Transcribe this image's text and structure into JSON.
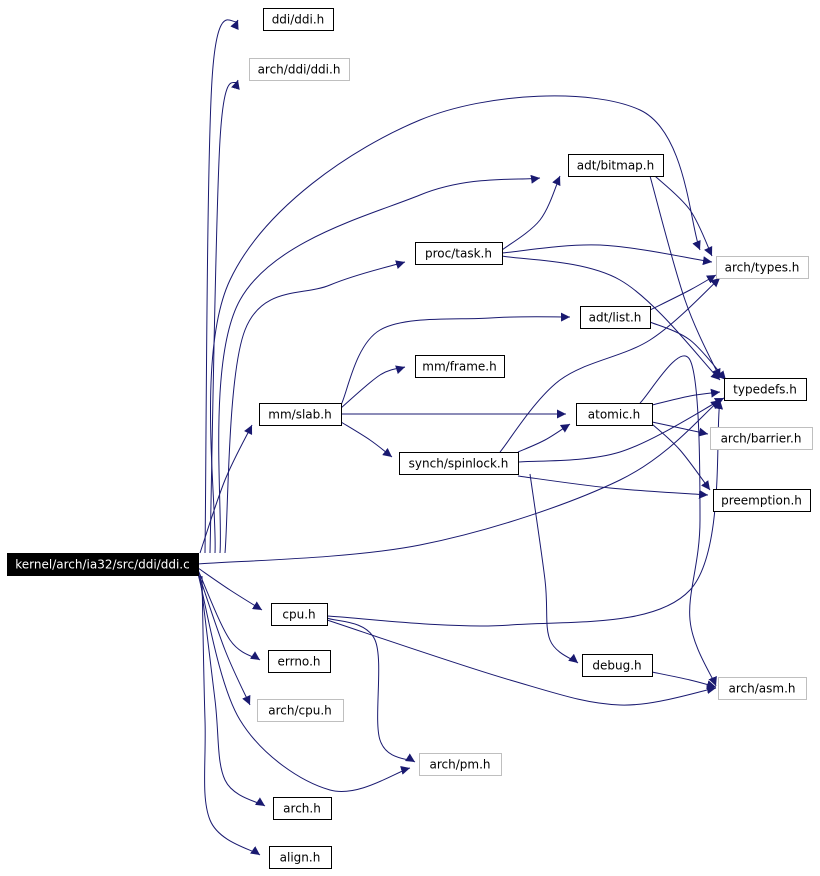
{
  "colors": {
    "edge": "#191970",
    "node_border": "#000000",
    "node_border_external": "#bfbfbf",
    "root_fill": "#000000",
    "root_text": "#ffffff",
    "node_fill": "#ffffff",
    "node_text": "#000000"
  },
  "graph": {
    "nodes": [
      {
        "id": "root",
        "label": "kernel/arch/ia32/src/ddi/ddi.c",
        "kind": "root"
      },
      {
        "id": "ddi_ddi_h",
        "label": "ddi/ddi.h",
        "kind": "doc"
      },
      {
        "id": "arch_ddi_ddi_h",
        "label": "arch/ddi/ddi.h",
        "kind": "external"
      },
      {
        "id": "adt_bitmap_h",
        "label": "adt/bitmap.h",
        "kind": "doc"
      },
      {
        "id": "proc_task_h",
        "label": "proc/task.h",
        "kind": "doc"
      },
      {
        "id": "arch_types_h",
        "label": "arch/types.h",
        "kind": "external"
      },
      {
        "id": "adt_list_h",
        "label": "adt/list.h",
        "kind": "doc"
      },
      {
        "id": "mm_frame_h",
        "label": "mm/frame.h",
        "kind": "doc"
      },
      {
        "id": "typedefs_h",
        "label": "typedefs.h",
        "kind": "doc"
      },
      {
        "id": "mm_slab_h",
        "label": "mm/slab.h",
        "kind": "doc"
      },
      {
        "id": "atomic_h",
        "label": "atomic.h",
        "kind": "doc"
      },
      {
        "id": "arch_barrier_h",
        "label": "arch/barrier.h",
        "kind": "external"
      },
      {
        "id": "synch_spinlock_h",
        "label": "synch/spinlock.h",
        "kind": "doc"
      },
      {
        "id": "preemption_h",
        "label": "preemption.h",
        "kind": "doc"
      },
      {
        "id": "cpu_h",
        "label": "cpu.h",
        "kind": "doc"
      },
      {
        "id": "debug_h",
        "label": "debug.h",
        "kind": "doc"
      },
      {
        "id": "errno_h",
        "label": "errno.h",
        "kind": "doc"
      },
      {
        "id": "arch_asm_h",
        "label": "arch/asm.h",
        "kind": "external"
      },
      {
        "id": "arch_cpu_h",
        "label": "arch/cpu.h",
        "kind": "external"
      },
      {
        "id": "arch_pm_h",
        "label": "arch/pm.h",
        "kind": "external"
      },
      {
        "id": "arch_h",
        "label": "arch.h",
        "kind": "doc"
      },
      {
        "id": "align_h",
        "label": "align.h",
        "kind": "doc"
      }
    ],
    "edges": [
      {
        "from": "root",
        "to": "ddi_ddi_h"
      },
      {
        "from": "root",
        "to": "arch_ddi_ddi_h"
      },
      {
        "from": "root",
        "to": "arch_types_h"
      },
      {
        "from": "root",
        "to": "adt_bitmap_h"
      },
      {
        "from": "root",
        "to": "proc_task_h"
      },
      {
        "from": "root",
        "to": "mm_slab_h"
      },
      {
        "from": "root",
        "to": "typedefs_h"
      },
      {
        "from": "root",
        "to": "cpu_h"
      },
      {
        "from": "root",
        "to": "errno_h"
      },
      {
        "from": "root",
        "to": "arch_cpu_h"
      },
      {
        "from": "root",
        "to": "arch_pm_h"
      },
      {
        "from": "root",
        "to": "arch_h"
      },
      {
        "from": "root",
        "to": "align_h"
      },
      {
        "from": "adt_bitmap_h",
        "to": "arch_types_h"
      },
      {
        "from": "adt_bitmap_h",
        "to": "typedefs_h"
      },
      {
        "from": "proc_task_h",
        "to": "adt_bitmap_h"
      },
      {
        "from": "proc_task_h",
        "to": "arch_types_h"
      },
      {
        "from": "proc_task_h",
        "to": "typedefs_h"
      },
      {
        "from": "adt_list_h",
        "to": "arch_types_h"
      },
      {
        "from": "adt_list_h",
        "to": "typedefs_h"
      },
      {
        "from": "mm_slab_h",
        "to": "adt_list_h"
      },
      {
        "from": "mm_slab_h",
        "to": "mm_frame_h"
      },
      {
        "from": "mm_slab_h",
        "to": "atomic_h"
      },
      {
        "from": "mm_slab_h",
        "to": "synch_spinlock_h"
      },
      {
        "from": "atomic_h",
        "to": "typedefs_h"
      },
      {
        "from": "atomic_h",
        "to": "arch_barrier_h"
      },
      {
        "from": "atomic_h",
        "to": "preemption_h"
      },
      {
        "from": "atomic_h",
        "to": "arch_asm_h"
      },
      {
        "from": "synch_spinlock_h",
        "to": "atomic_h"
      },
      {
        "from": "synch_spinlock_h",
        "to": "arch_types_h"
      },
      {
        "from": "synch_spinlock_h",
        "to": "typedefs_h"
      },
      {
        "from": "synch_spinlock_h",
        "to": "preemption_h"
      },
      {
        "from": "synch_spinlock_h",
        "to": "debug_h"
      },
      {
        "from": "cpu_h",
        "to": "typedefs_h"
      },
      {
        "from": "cpu_h",
        "to": "arch_pm_h"
      },
      {
        "from": "cpu_h",
        "to": "arch_asm_h"
      },
      {
        "from": "debug_h",
        "to": "arch_asm_h"
      }
    ]
  }
}
